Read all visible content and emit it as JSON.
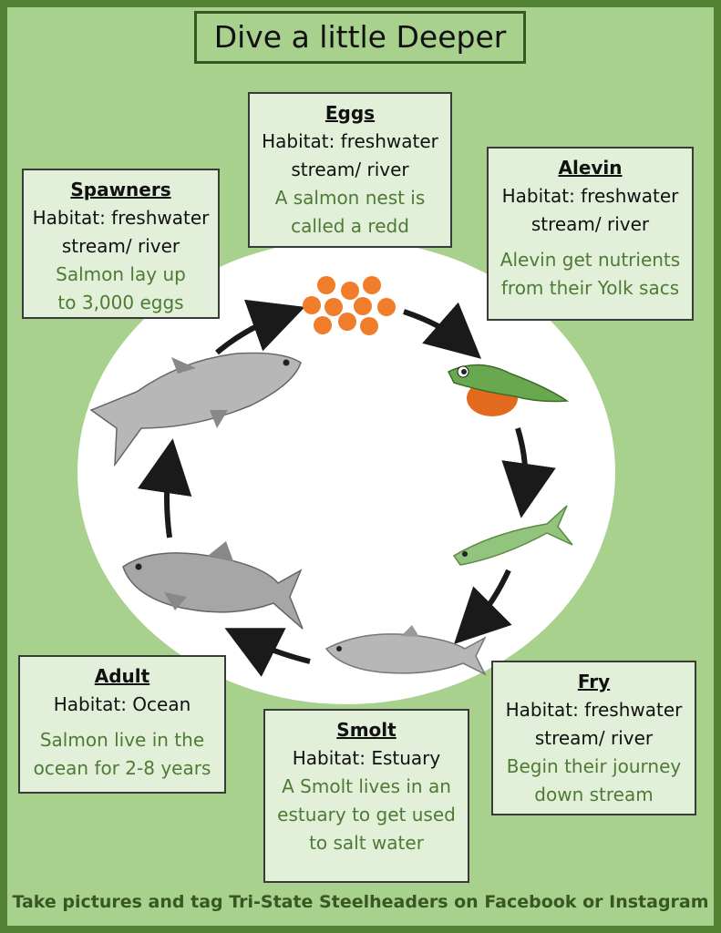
{
  "title": "Dive a little Deeper",
  "stages": {
    "eggs": {
      "name": "Eggs",
      "habitat": [
        "Habitat: freshwater",
        "stream/ river"
      ],
      "note": [
        "A salmon nest is",
        "called a redd"
      ]
    },
    "alevin": {
      "name": "Alevin",
      "habitat": [
        "Habitat: freshwater",
        "stream/ river"
      ],
      "note": [
        "Alevin get nutrients",
        "from their Yolk sacs"
      ]
    },
    "fry": {
      "name": "Fry",
      "habitat": [
        "Habitat: freshwater",
        "stream/ river"
      ],
      "note": [
        "Begin their journey",
        "down stream"
      ]
    },
    "smolt": {
      "name": "Smolt",
      "habitat": [
        "Habitat: Estuary"
      ],
      "note": [
        "A Smolt lives in an",
        "estuary to get used",
        "to salt water"
      ]
    },
    "adult": {
      "name": "Adult",
      "habitat": [
        "Habitat: Ocean"
      ],
      "note": [
        "Salmon live in the",
        "ocean for 2-8 years"
      ]
    },
    "spawners": {
      "name": "Spawners",
      "habitat": [
        "Habitat: freshwater",
        "stream/ river"
      ],
      "note": [
        "Salmon lay up",
        "to 3,000 eggs"
      ]
    }
  },
  "footer": "Take pictures and tag Tri-State Steelheaders on Facebook or Instagram",
  "colors": {
    "background": "#a9d18e",
    "border": "#548235",
    "card": "#e2efd9",
    "note_text": "#4f7a35",
    "egg": "#ef7d2a",
    "arrow": "#1a1a1a"
  }
}
